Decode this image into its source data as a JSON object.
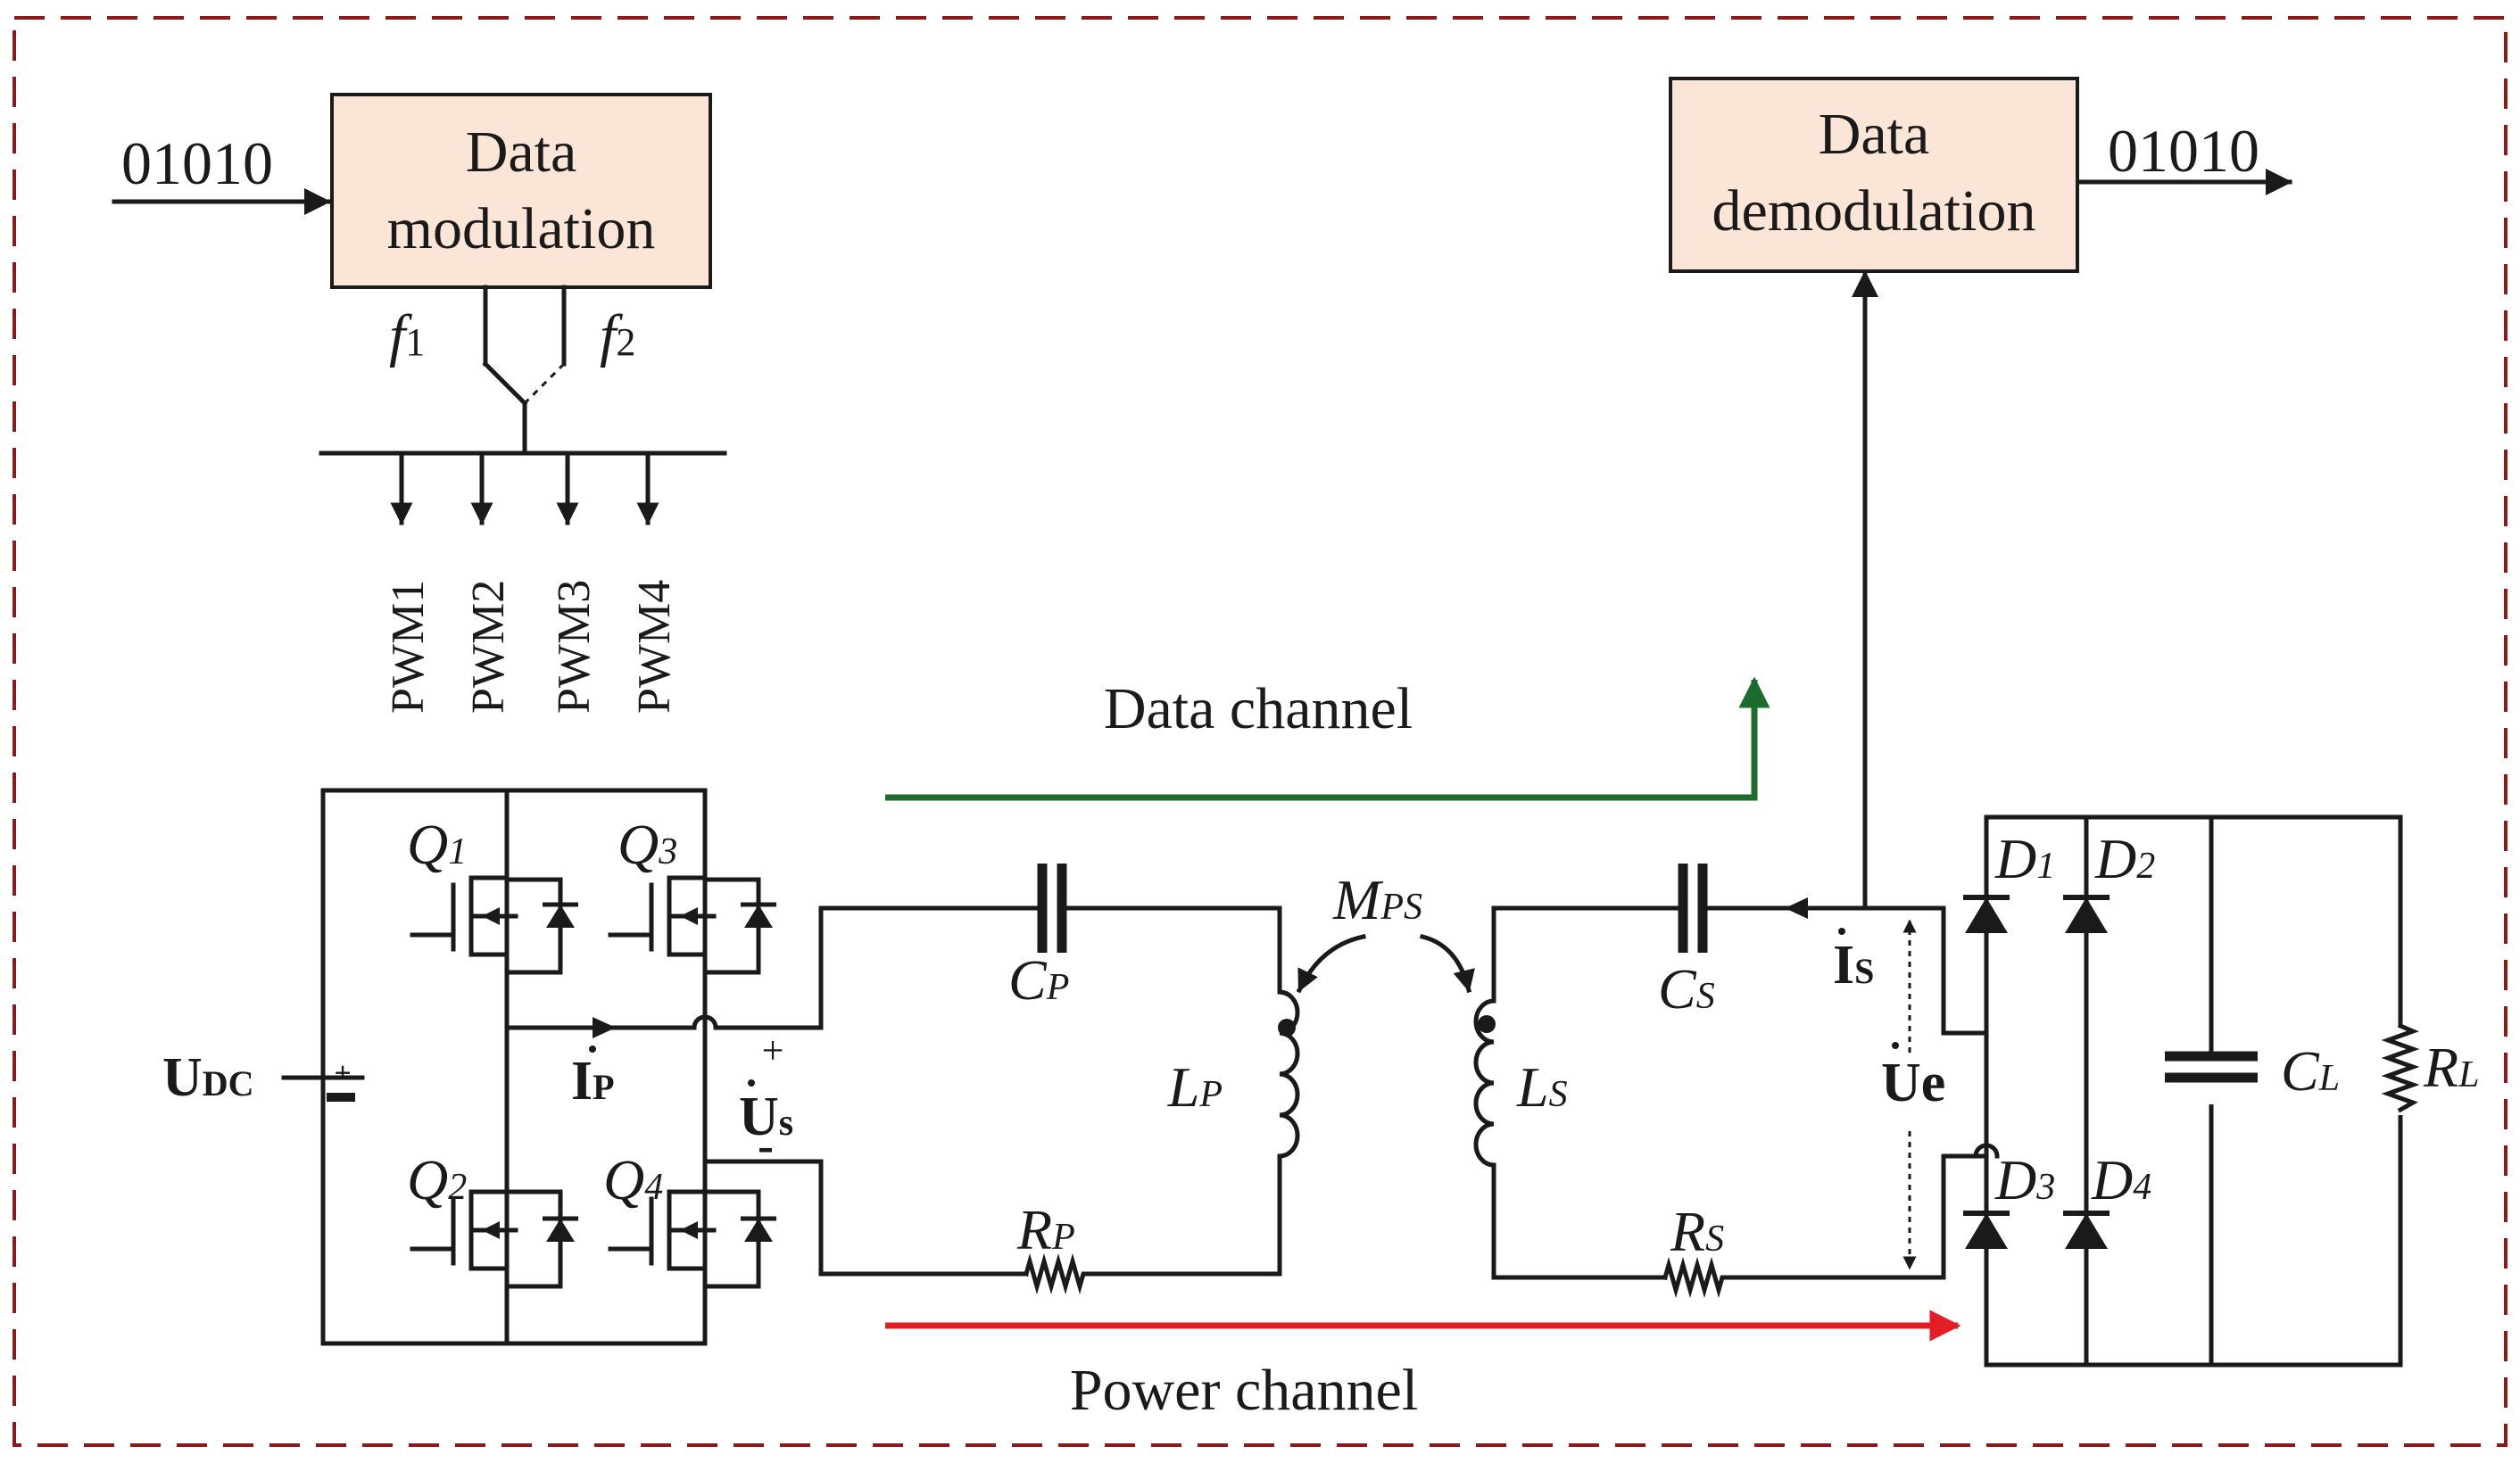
{
  "colors": {
    "frame": "#8b1a1a",
    "box_fill": "#fbe5d6",
    "data_channel": "#1e6b2e",
    "power_channel": "#e31e24",
    "line": "#1a1a1a"
  },
  "modulator": {
    "input_bits": "01010",
    "line1": "Data",
    "line2": "modulation",
    "f1": "f",
    "f1_sub": "1",
    "f2": "f",
    "f2_sub": "2",
    "pwm": [
      "PWM1",
      "PWM2",
      "PWM3",
      "PWM4"
    ]
  },
  "demodulator": {
    "line1": "Data",
    "line2": "demodulation",
    "output_bits": "01010"
  },
  "channels": {
    "data": "Data channel",
    "power": "Power channel"
  },
  "labels": {
    "udc": "U",
    "udc_sub": "DC",
    "q1": "Q",
    "q1_sub": "1",
    "q2": "Q",
    "q2_sub": "2",
    "q3": "Q",
    "q3_sub": "3",
    "q4": "Q",
    "q4_sub": "4",
    "ip": "I",
    "ip_sub": "P",
    "us": "U",
    "us_sub": "s",
    "plus": "+",
    "minus": "-",
    "cp": "C",
    "cp_sub": "P",
    "lp": "L",
    "lp_sub": "P",
    "rp": "R",
    "rp_sub": "P",
    "mps": "M",
    "mps_sub": "PS",
    "ls": "L",
    "ls_sub": "S",
    "cs": "C",
    "cs_sub": "S",
    "rs": "R",
    "rs_sub": "S",
    "is": "I",
    "is_sub": "S",
    "ue": "Ue",
    "d1": "D",
    "d1_sub": "1",
    "d2": "D",
    "d2_sub": "2",
    "d3": "D",
    "d3_sub": "3",
    "d4": "D",
    "d4_sub": "4",
    "cl": "C",
    "cl_sub": "L",
    "rl": "R",
    "rl_sub": "L"
  }
}
